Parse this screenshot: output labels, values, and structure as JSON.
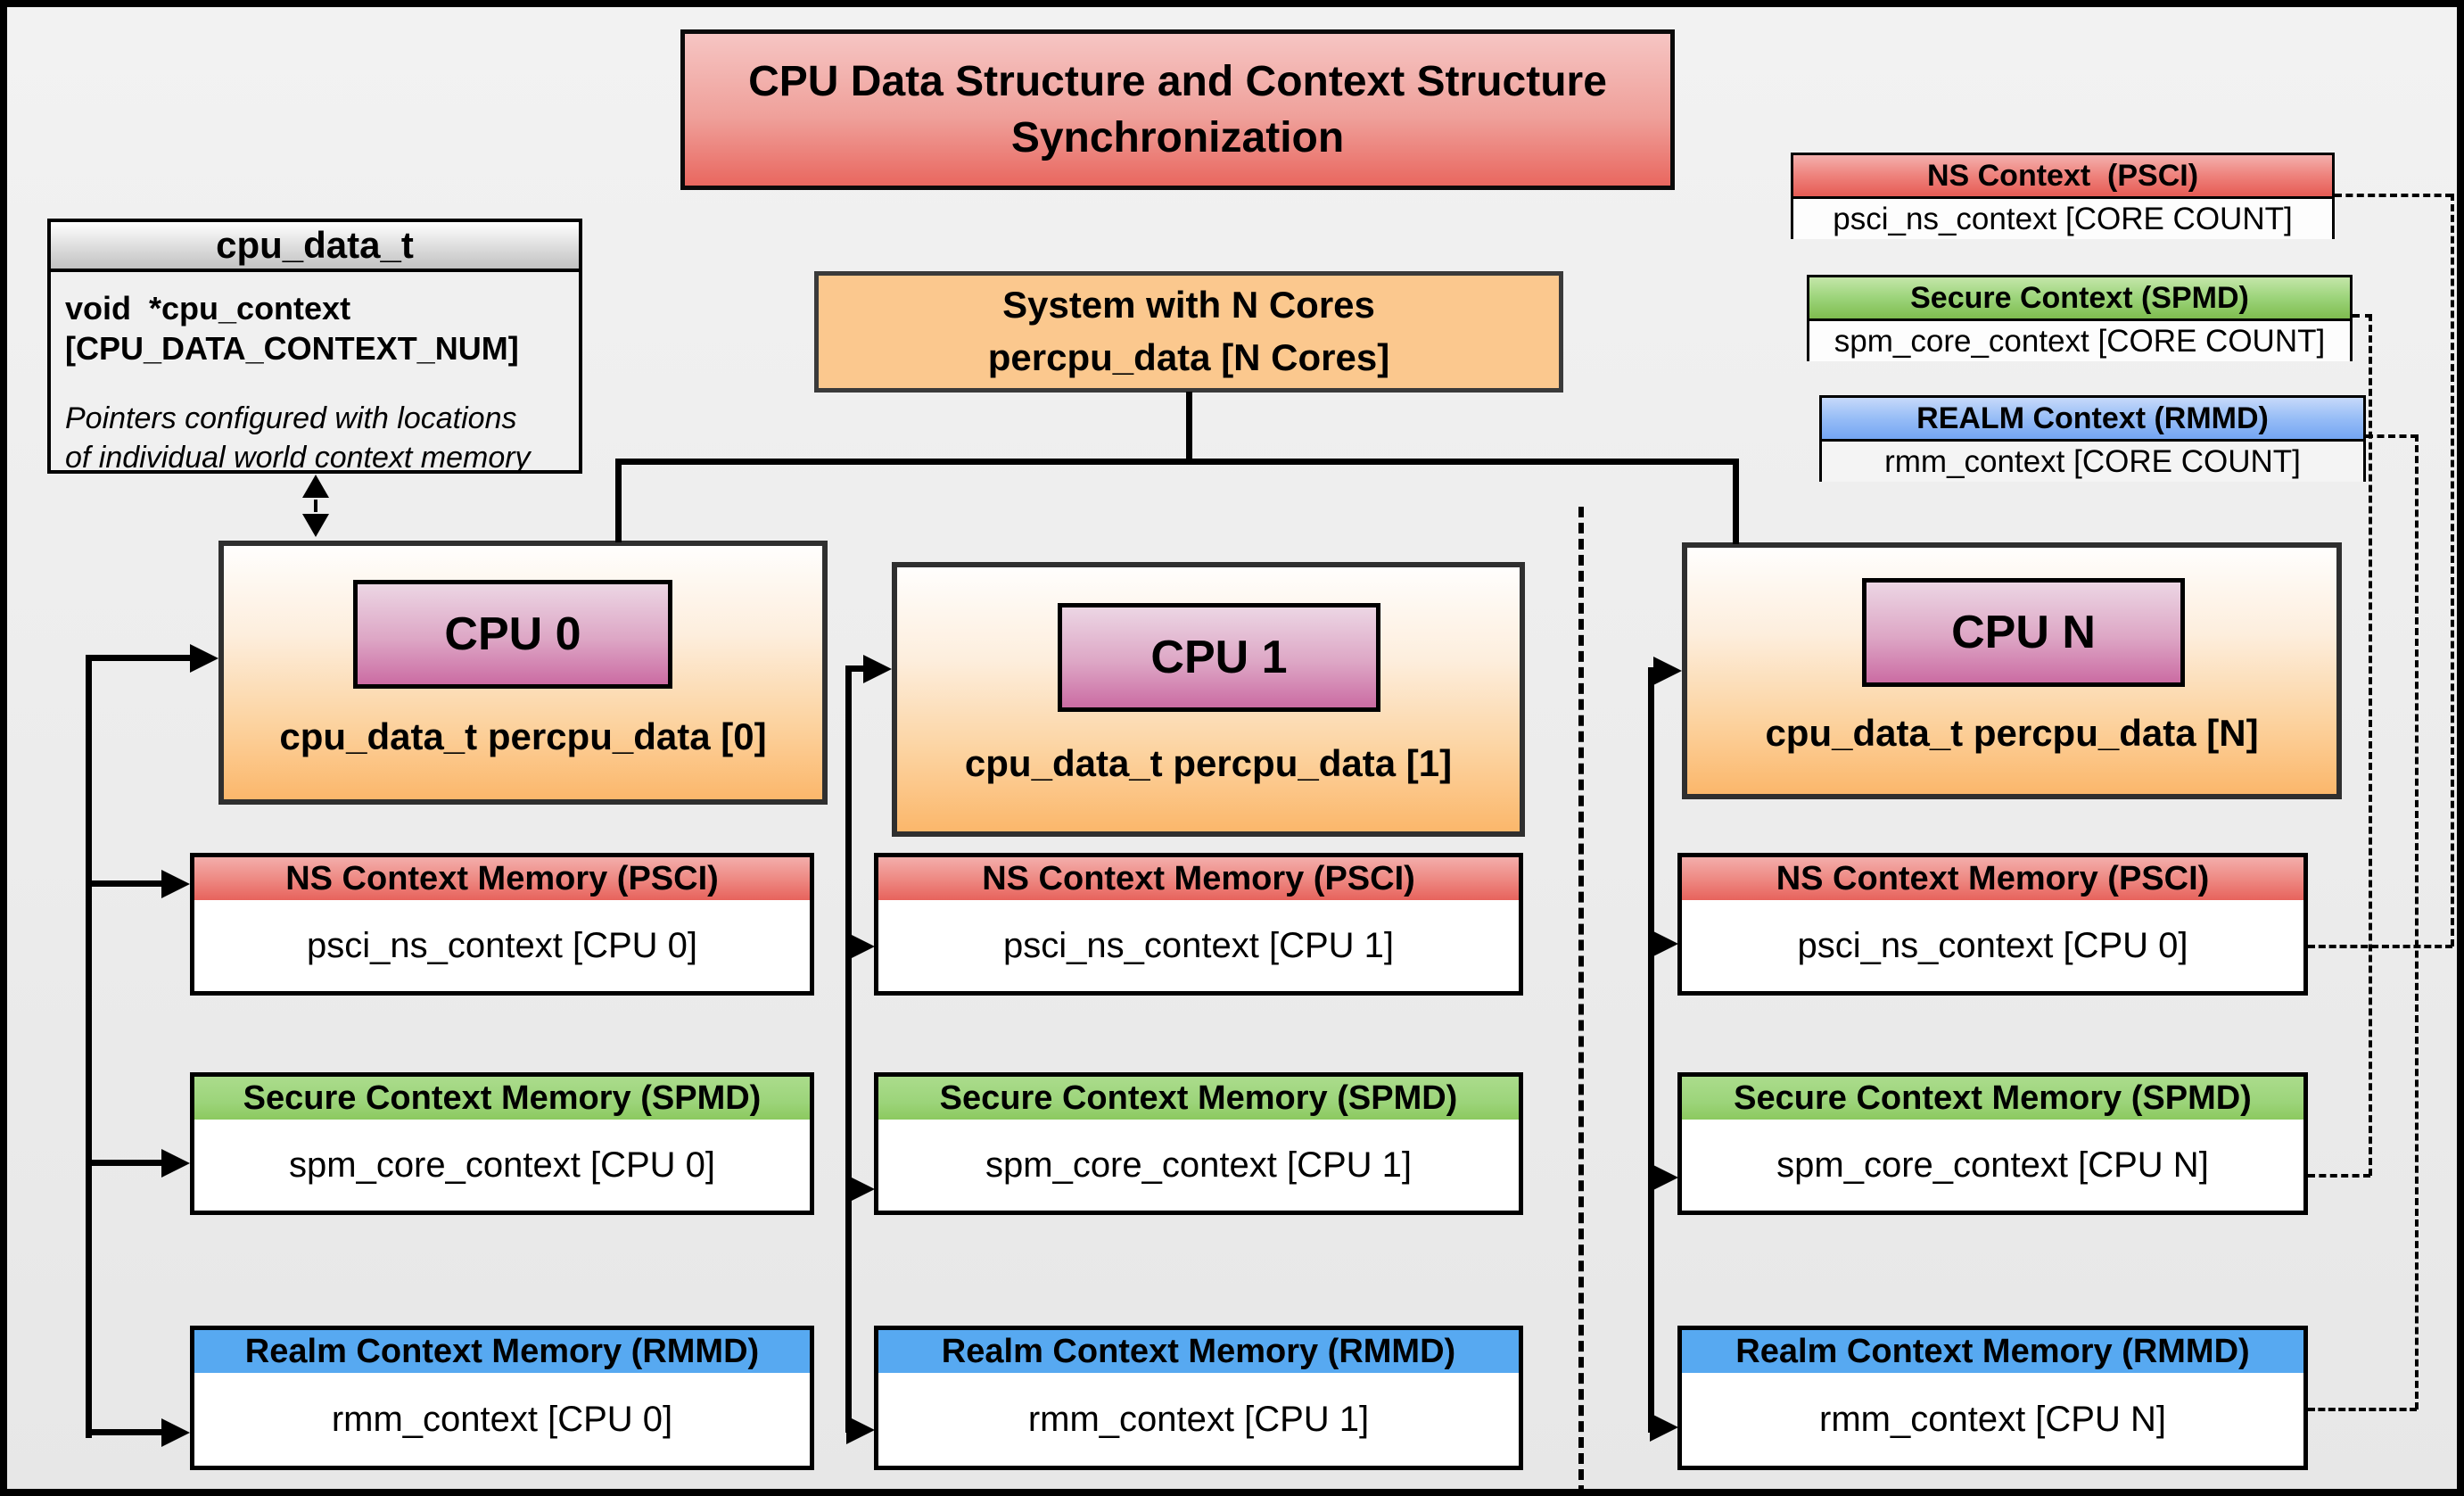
{
  "title": {
    "line1": "CPU Data Structure and Context Structure",
    "line2": "Synchronization"
  },
  "cpu_data_struct": {
    "header": "cpu_data_t",
    "decl_line1": "void  *cpu_context",
    "decl_line2": "[CPU_DATA_CONTEXT_NUM]",
    "note_line1": "Pointers configured with locations",
    "note_line2": "of individual world context memory"
  },
  "system_box": {
    "line1": "System with N Cores",
    "line2": "percpu_data [N Cores]"
  },
  "legend": {
    "ns": {
      "header": "NS Context  (PSCI)",
      "body": "psci_ns_context [CORE COUNT]"
    },
    "secure": {
      "header": "Secure Context (SPMD)",
      "body": "spm_core_context [CORE COUNT]"
    },
    "realm": {
      "header": "REALM Context (RMMD)",
      "body": "rmm_context [CORE COUNT]"
    }
  },
  "cpus": [
    {
      "chip": "CPU 0",
      "label": "cpu_data_t percpu_data [0]",
      "contexts": [
        {
          "header": "NS Context Memory (PSCI)",
          "body": "psci_ns_context [CPU 0]"
        },
        {
          "header": "Secure Context Memory (SPMD)",
          "body": "spm_core_context [CPU 0]"
        },
        {
          "header": "Realm Context Memory (RMMD)",
          "body": "rmm_context [CPU 0]"
        }
      ]
    },
    {
      "chip": "CPU 1",
      "label": "cpu_data_t percpu_data [1]",
      "contexts": [
        {
          "header": "NS Context Memory (PSCI)",
          "body": "psci_ns_context [CPU 1]"
        },
        {
          "header": "Secure Context Memory (SPMD)",
          "body": "spm_core_context [CPU 1]"
        },
        {
          "header": "Realm Context Memory (RMMD)",
          "body": "rmm_context [CPU 1]"
        }
      ]
    },
    {
      "chip": "CPU N",
      "label": "cpu_data_t percpu_data [N]",
      "contexts": [
        {
          "header": "NS Context Memory (PSCI)",
          "body": "psci_ns_context [CPU 0]"
        },
        {
          "header": "Secure Context Memory (SPMD)",
          "body": "spm_core_context [CPU N]"
        },
        {
          "header": "Realm Context Memory (RMMD)",
          "body": "rmm_context [CPU N]"
        }
      ]
    }
  ],
  "colors": {
    "title_red": "#e9675f",
    "system_orange": "#fbc88e",
    "cpu_orange": "#fbb76b",
    "chip_purple": "#cb6ca3",
    "ns_red": "#e7635c",
    "secure_green": "#9cd47a",
    "realm_blue": "#57a9f1"
  }
}
